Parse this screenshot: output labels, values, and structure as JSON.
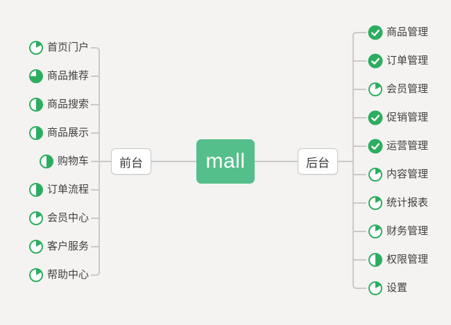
{
  "map": {
    "root": {
      "label": "mall",
      "color": "#55BF8B",
      "text_color": "#FFFFFF"
    },
    "branches": [
      {
        "side": "left",
        "label": "前台",
        "items": [
          {
            "label": "首页门户",
            "icon": "progress-low"
          },
          {
            "label": "商品推荐",
            "icon": "progress-high"
          },
          {
            "label": "商品搜索",
            "icon": "progress-half"
          },
          {
            "label": "商品展示",
            "icon": "progress-half"
          },
          {
            "label": "购物车",
            "icon": "progress-half"
          },
          {
            "label": "订单流程",
            "icon": "progress-half"
          },
          {
            "label": "会员中心",
            "icon": "progress-low"
          },
          {
            "label": "客户服务",
            "icon": "progress-low"
          },
          {
            "label": "帮助中心",
            "icon": "progress-low"
          }
        ]
      },
      {
        "side": "right",
        "label": "后台",
        "items": [
          {
            "label": "商品管理",
            "icon": "progress-done"
          },
          {
            "label": "订单管理",
            "icon": "progress-done"
          },
          {
            "label": "会员管理",
            "icon": "progress-low"
          },
          {
            "label": "促销管理",
            "icon": "progress-done"
          },
          {
            "label": "运营管理",
            "icon": "progress-done"
          },
          {
            "label": "内容管理",
            "icon": "progress-low"
          },
          {
            "label": "统计报表",
            "icon": "progress-low"
          },
          {
            "label": "财务管理",
            "icon": "progress-low"
          },
          {
            "label": "权限管理",
            "icon": "progress-half"
          },
          {
            "label": "设置",
            "icon": "progress-low"
          }
        ]
      }
    ],
    "progress_fractions": {
      "progress-low": 0.17,
      "progress-half": 0.5,
      "progress-high": 0.75,
      "progress-done": 1
    },
    "colors": {
      "icon_green": "#2CAD60",
      "line": "#C9C9C7",
      "background": "#F4F3F1",
      "branch_border": "#C8C8C6",
      "label_text": "#3F3F3F"
    }
  }
}
